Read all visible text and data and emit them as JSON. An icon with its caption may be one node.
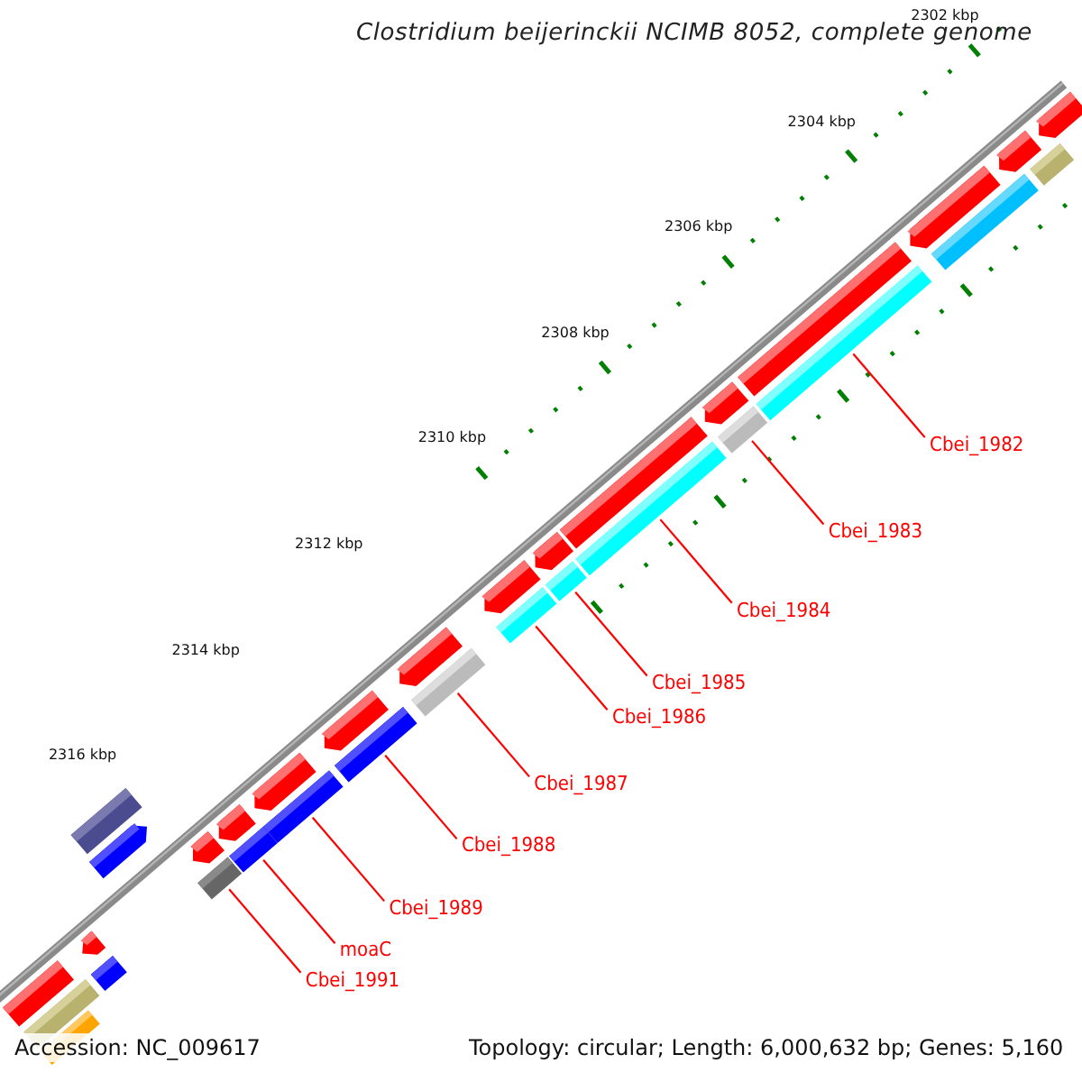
{
  "diagram": {
    "title": "Clostridium beijerinckii NCIMB 8052, complete genome",
    "nodes": [
      {
        "text": [
          "Cbei_1982"
        ]
      },
      {
        "text": [
          "Cbei_1983"
        ]
      },
      {
        "text": [
          "Cbei_1984"
        ]
      },
      {
        "text": [
          "Cbei_1985"
        ]
      },
      {
        "text": [
          "Cbei_1986"
        ]
      },
      {
        "text": [
          "Cbei_1987"
        ]
      },
      {
        "text": [
          "Cbei_1988"
        ]
      },
      {
        "text": [
          "Cbei_1989"
        ]
      },
      {
        "text": [
          "moaC"
        ]
      },
      {
        "text": [
          "Cbei_1991"
        ]
      },
      {
        "text": [],
        "shape": "bar"
      },
      {
        "text": [],
        "shape": "bar"
      },
      {
        "text": [],
        "shape": "bar"
      },
      {
        "text": [],
        "shape": "bar"
      },
      {
        "text": [],
        "shape": "bar"
      },
      {
        "text": [],
        "shape": "bar"
      },
      {
        "text": [],
        "shape": "bar"
      },
      {
        "text": [],
        "shape": "bar"
      },
      {
        "text": [],
        "shape": "bar"
      },
      {
        "text": [],
        "shape": "bar"
      },
      {
        "text": [],
        "shape": "bar"
      },
      {
        "text": [],
        "shape": "bar"
      },
      {
        "text": [],
        "shape": "bar"
      },
      {
        "text": [],
        "shape": "bar"
      },
      {
        "text": [],
        "shape": "bar"
      },
      {
        "text": [],
        "shape": "bar"
      },
      {
        "text": [],
        "shape": "bar"
      },
      {
        "text": [],
        "shape": "bar"
      },
      {
        "text": [],
        "shape": "bar"
      },
      {
        "text": [],
        "shape": "bar"
      },
      {
        "text": [],
        "shape": "bar"
      },
      {
        "text": [],
        "shape": "bar"
      },
      {
        "text": [],
        "shape": "bar"
      },
      {
        "text": [],
        "shape": "bar"
      },
      {
        "text": [],
        "shape": "bar"
      },
      {
        "text": [],
        "shape": "bar"
      },
      {
        "text": [],
        "shape": "bar"
      },
      {
        "text": [],
        "shape": "bar"
      },
      {
        "text": [],
        "shape": "bar"
      },
      {
        "text": [],
        "shape": "bar"
      },
      {
        "text": [],
        "shape": "bar"
      },
      {
        "text": [],
        "shape": "bar"
      }
    ],
    "edges": [
      {
        "from": 0,
        "to": 15,
        "arrow": "none"
      },
      {
        "from": 1,
        "to": 18,
        "arrow": "none"
      },
      {
        "from": 2,
        "to": 20,
        "arrow": "none"
      },
      {
        "from": 3,
        "to": 21,
        "arrow": "none"
      },
      {
        "from": 4,
        "to": 23,
        "arrow": "none"
      },
      {
        "from": 5,
        "to": 26,
        "arrow": "none"
      },
      {
        "from": 6,
        "to": 28,
        "arrow": "none"
      },
      {
        "from": 7,
        "to": 30,
        "arrow": "none"
      },
      {
        "from": 8,
        "to": 32,
        "arrow": "none"
      },
      {
        "from": 9,
        "to": 34,
        "arrow": "none"
      }
    ],
    "labels": [
      "2302 kbp",
      "2304 kbp",
      "2306 kbp",
      "2308 kbp",
      "2310 kbp",
      "2312 kbp",
      "2314 kbp",
      "2316 kbp",
      "Accession: NC_009617",
      "Topology: circular; Length: 6,000,632 bp; Genes: 5,160"
    ]
  }
}
